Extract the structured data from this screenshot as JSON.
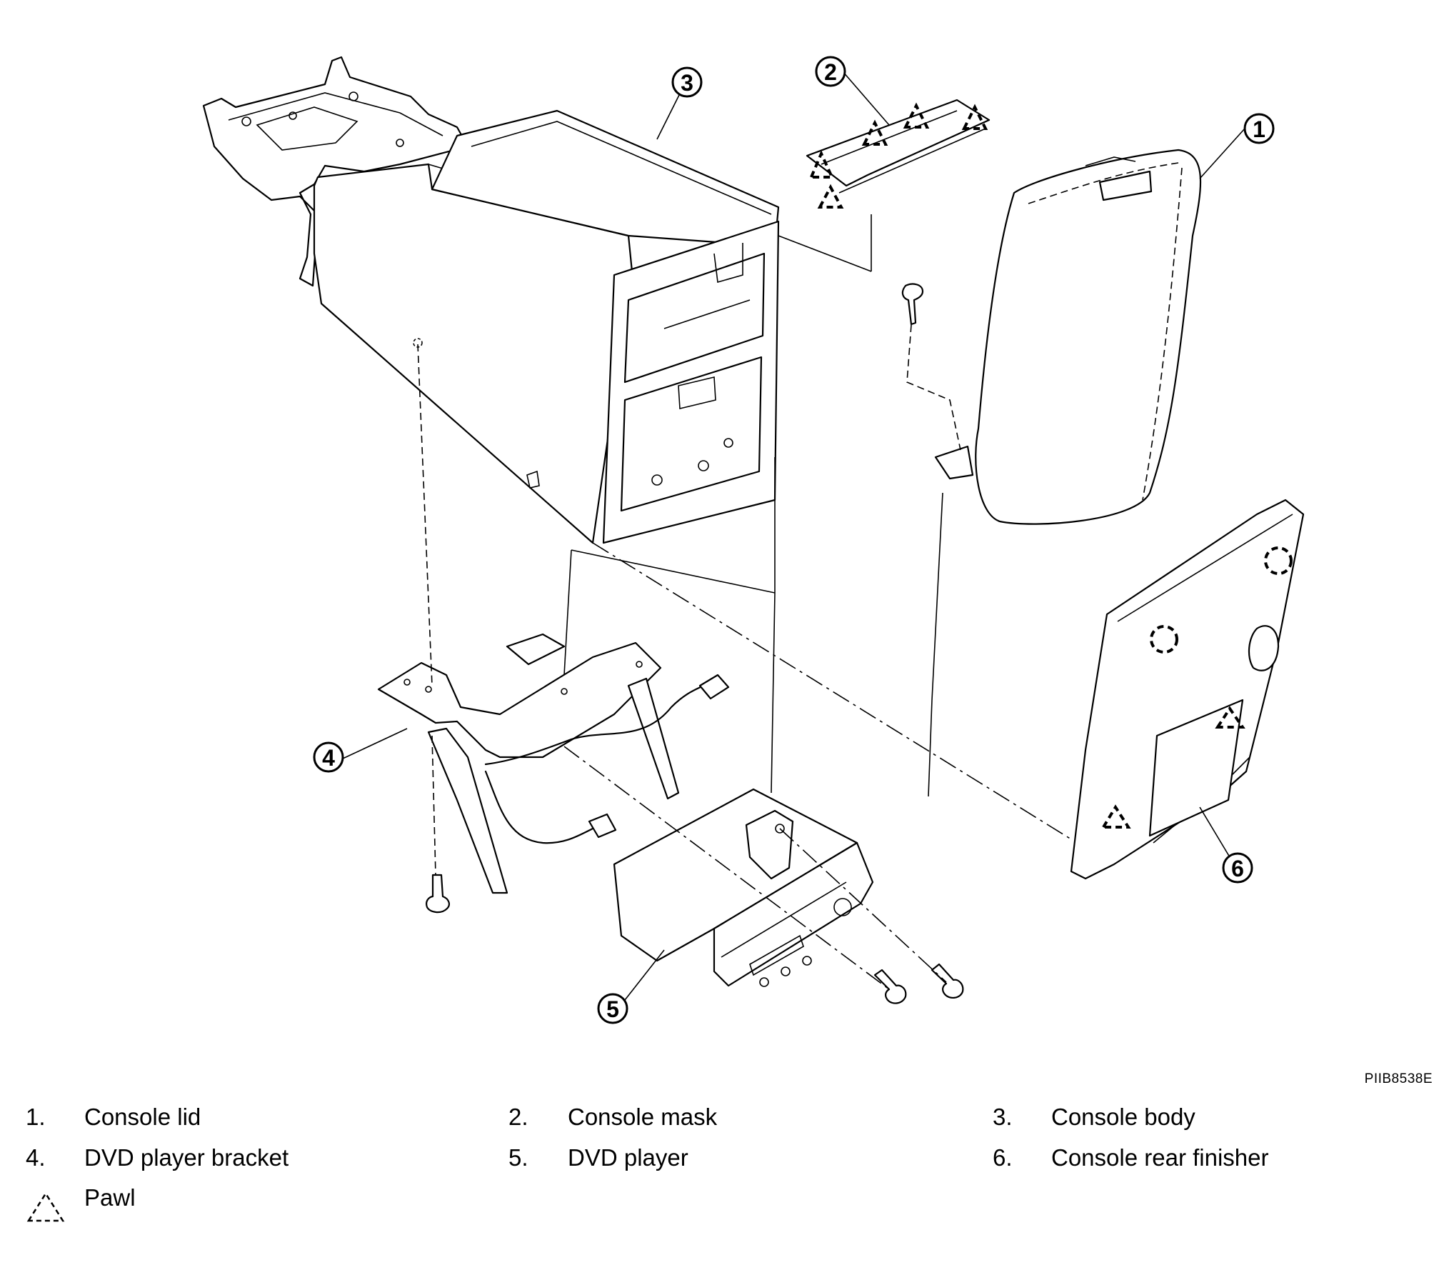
{
  "diagram": {
    "callouts": [
      {
        "id": "1",
        "label": "1"
      },
      {
        "id": "2",
        "label": "2"
      },
      {
        "id": "3",
        "label": "3"
      },
      {
        "id": "4",
        "label": "4"
      },
      {
        "id": "5",
        "label": "5"
      },
      {
        "id": "6",
        "label": "6"
      }
    ],
    "figure_code": "PIIB8538E"
  },
  "legend": {
    "items": [
      {
        "number": "1.",
        "label": "Console lid"
      },
      {
        "number": "2.",
        "label": "Console mask"
      },
      {
        "number": "3.",
        "label": "Console body"
      },
      {
        "number": "4.",
        "label": "DVD player bracket"
      },
      {
        "number": "5.",
        "label": "DVD player"
      },
      {
        "number": "6.",
        "label": "Console rear finisher"
      }
    ],
    "pawl_label": "Pawl"
  }
}
